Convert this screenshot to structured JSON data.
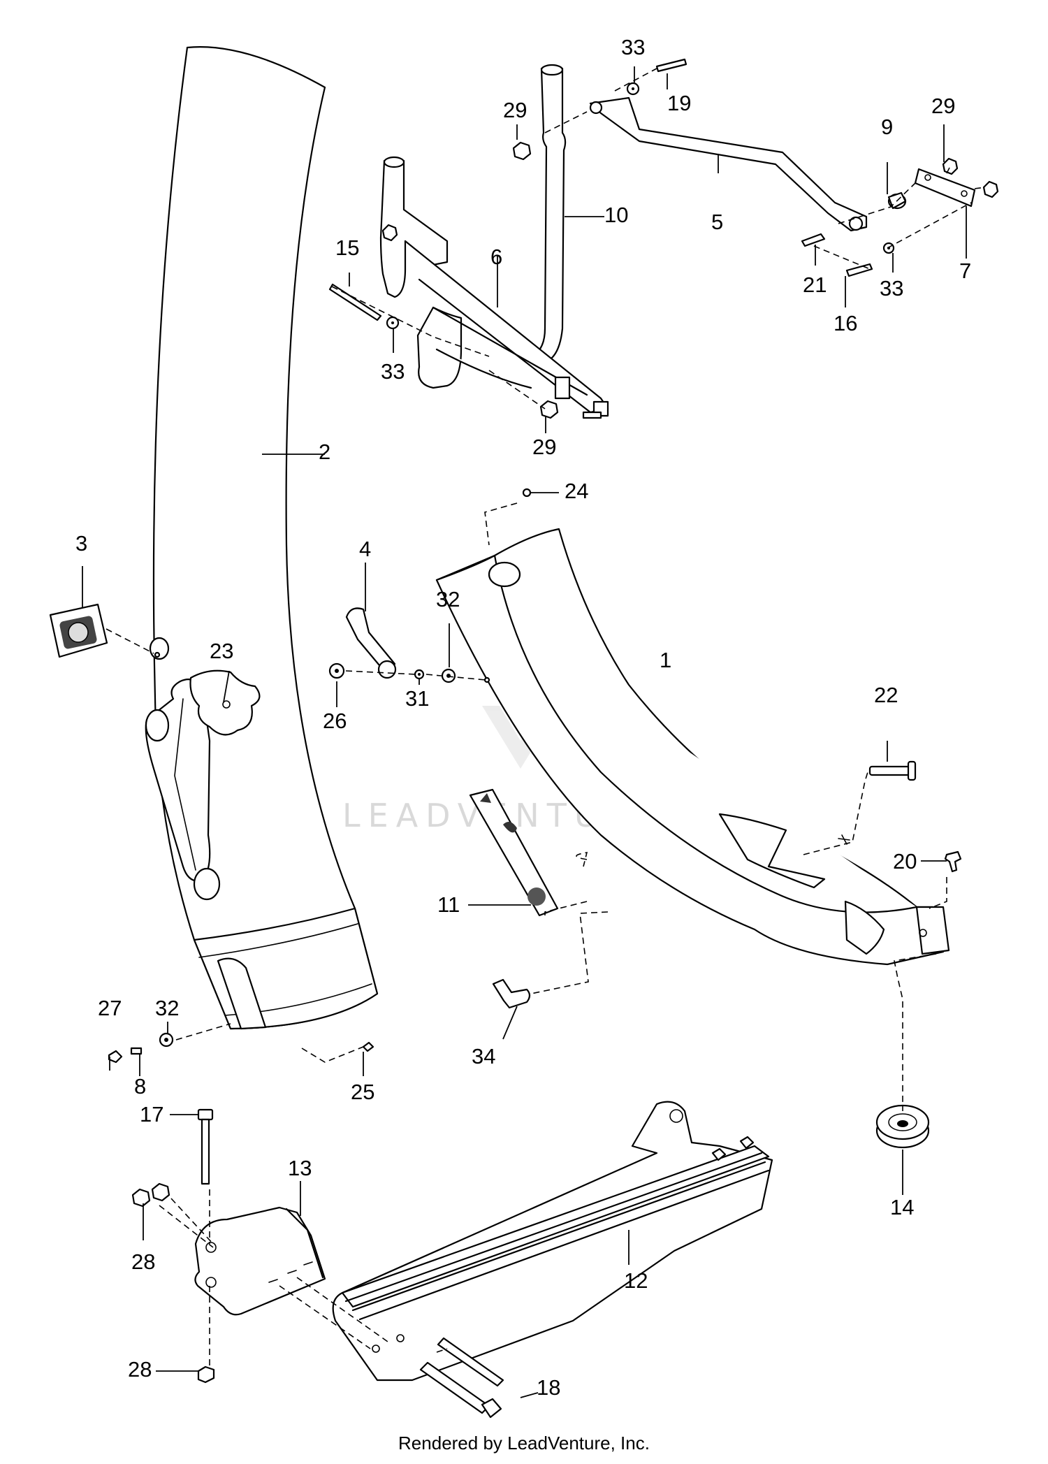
{
  "watermark": {
    "text": "LEADVENTURE"
  },
  "footer": {
    "text": "Rendered by LeadVenture, Inc."
  },
  "callouts": [
    {
      "id": "1",
      "label": "1"
    },
    {
      "id": "2",
      "label": "2"
    },
    {
      "id": "3",
      "label": "3"
    },
    {
      "id": "4",
      "label": "4"
    },
    {
      "id": "5",
      "label": "5"
    },
    {
      "id": "6",
      "label": "6"
    },
    {
      "id": "7",
      "label": "7"
    },
    {
      "id": "8",
      "label": "8"
    },
    {
      "id": "9",
      "label": "9"
    },
    {
      "id": "10",
      "label": "10"
    },
    {
      "id": "11",
      "label": "11"
    },
    {
      "id": "12",
      "label": "12"
    },
    {
      "id": "13",
      "label": "13"
    },
    {
      "id": "14",
      "label": "14"
    },
    {
      "id": "15",
      "label": "15"
    },
    {
      "id": "16",
      "label": "16"
    },
    {
      "id": "17",
      "label": "17"
    },
    {
      "id": "18",
      "label": "18"
    },
    {
      "id": "19",
      "label": "19"
    },
    {
      "id": "20",
      "label": "20"
    },
    {
      "id": "21",
      "label": "21"
    },
    {
      "id": "22",
      "label": "22"
    },
    {
      "id": "23",
      "label": "23"
    },
    {
      "id": "24",
      "label": "24"
    },
    {
      "id": "25",
      "label": "25"
    },
    {
      "id": "26",
      "label": "26"
    },
    {
      "id": "27",
      "label": "27"
    },
    {
      "id": "28a",
      "label": "28"
    },
    {
      "id": "28b",
      "label": "28"
    },
    {
      "id": "29a",
      "label": "29"
    },
    {
      "id": "29b",
      "label": "29"
    },
    {
      "id": "29c",
      "label": "29"
    },
    {
      "id": "31",
      "label": "31"
    },
    {
      "id": "32a",
      "label": "32"
    },
    {
      "id": "32b",
      "label": "32"
    },
    {
      "id": "33a",
      "label": "33"
    },
    {
      "id": "33b",
      "label": "33"
    },
    {
      "id": "33c",
      "label": "33"
    },
    {
      "id": "34",
      "label": "34"
    }
  ]
}
